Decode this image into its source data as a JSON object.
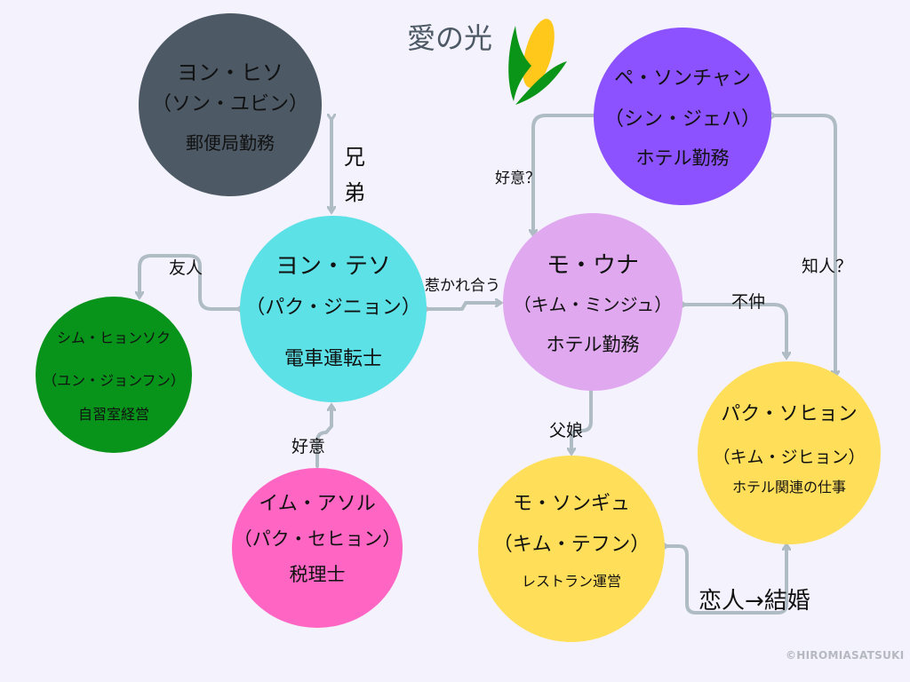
{
  "title": "愛の光",
  "copyright": "©HIROMIASATSUKI",
  "colors": {
    "background": "#f3f2fd",
    "connector": "#b0bcc4",
    "yon_hiso": "#4d5a66",
    "pe_sonchan": "#8c52ff",
    "yon_teso": "#5ce1e6",
    "mo_una": "#e0a8ef",
    "shim": "#08941a",
    "park_sohyon": "#ffde59",
    "im_asol": "#ff66c4",
    "mo_songyu": "#ffde59"
  },
  "characters": {
    "yon_hiso": {
      "name": "ヨン・ヒソ",
      "actor": "（ソン・ユビン）",
      "job": "郵便局勤務"
    },
    "pe_sonchan": {
      "name": "ペ・ソンチャン",
      "actor": "（シン・ジェハ）",
      "job": "ホテル勤務"
    },
    "yon_teso": {
      "name": "ヨン・テソ",
      "actor": "（パク・ジニョン）",
      "job": "電車運転士"
    },
    "mo_una": {
      "name": "モ・ウナ",
      "actor": "（キム・ミンジュ）",
      "job": "ホテル勤務"
    },
    "shim": {
      "name": "シム・ヒョンソク",
      "actor": "（ユン・ジョンフン）",
      "job": "自習室経営"
    },
    "park_sohyon": {
      "name": "パク・ソヒョン",
      "actor": "（キム・ジヒョン）",
      "job": "ホテル関連の仕事"
    },
    "im_asol": {
      "name": "イム・アソル",
      "actor": "（パク・セヒョン）",
      "job": "税理士"
    },
    "mo_songyu": {
      "name": "モ・ソンギュ",
      "actor": "（キム・テフン）",
      "job": "レストラン運営"
    }
  },
  "relations": {
    "brothers_1": "兄",
    "brothers_2": "弟",
    "friend": "友人",
    "attracted": "惹かれ合う",
    "goodwill_q": "好意？",
    "acquaint_q": "知人？",
    "bad_terms": "不仲",
    "father_daughter": "父娘",
    "goodwill": "好意",
    "lovers_marriage": "恋人→結婚"
  }
}
